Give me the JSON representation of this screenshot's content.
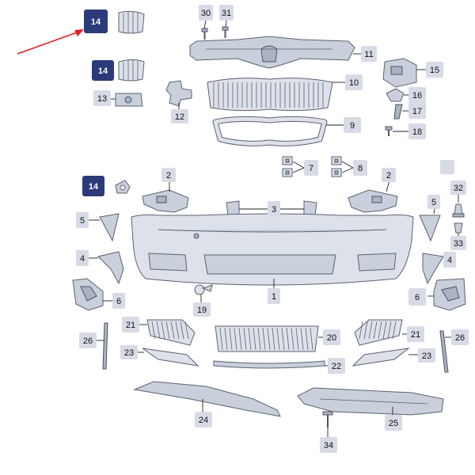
{
  "callouts": [
    {
      "id": "c14a",
      "label": "14"
    },
    {
      "id": "c30",
      "label": "30"
    },
    {
      "id": "c31",
      "label": "31"
    },
    {
      "id": "c11",
      "label": "11"
    },
    {
      "id": "c14b",
      "label": "14"
    },
    {
      "id": "c15",
      "label": "15"
    },
    {
      "id": "c10",
      "label": "10"
    },
    {
      "id": "c13",
      "label": "13"
    },
    {
      "id": "c16",
      "label": "16"
    },
    {
      "id": "c12",
      "label": "12"
    },
    {
      "id": "c17",
      "label": "17"
    },
    {
      "id": "c9",
      "label": "9"
    },
    {
      "id": "c18",
      "label": "18"
    },
    {
      "id": "c7",
      "label": "7"
    },
    {
      "id": "c8",
      "label": "8"
    },
    {
      "id": "c2a",
      "label": "2"
    },
    {
      "id": "c2b",
      "label": "2"
    },
    {
      "id": "c14c",
      "label": "14"
    },
    {
      "id": "c32",
      "label": "32"
    },
    {
      "id": "c3",
      "label": "3"
    },
    {
      "id": "c5a",
      "label": "5"
    },
    {
      "id": "c5b",
      "label": "5"
    },
    {
      "id": "c33",
      "label": "33"
    },
    {
      "id": "c4a",
      "label": "4"
    },
    {
      "id": "c4b",
      "label": "4"
    },
    {
      "id": "c1",
      "label": "1"
    },
    {
      "id": "c6a",
      "label": "6"
    },
    {
      "id": "c6b",
      "label": "6"
    },
    {
      "id": "c19",
      "label": "19"
    },
    {
      "id": "c21a",
      "label": "21"
    },
    {
      "id": "c21b",
      "label": "21"
    },
    {
      "id": "c20",
      "label": "20"
    },
    {
      "id": "c26a",
      "label": "26"
    },
    {
      "id": "c26b",
      "label": "26"
    },
    {
      "id": "c23a",
      "label": "23"
    },
    {
      "id": "c23b",
      "label": "23"
    },
    {
      "id": "c22",
      "label": "22"
    },
    {
      "id": "c24",
      "label": "24"
    },
    {
      "id": "c25",
      "label": "25"
    },
    {
      "id": "c34",
      "label": "34"
    },
    {
      "id": "c-blank",
      "label": ""
    }
  ],
  "colors": {
    "badge": "#d6dbe6",
    "badge_highlight": "#2b3a78",
    "arrow": "#e02020",
    "part": "#c9d0dc"
  }
}
